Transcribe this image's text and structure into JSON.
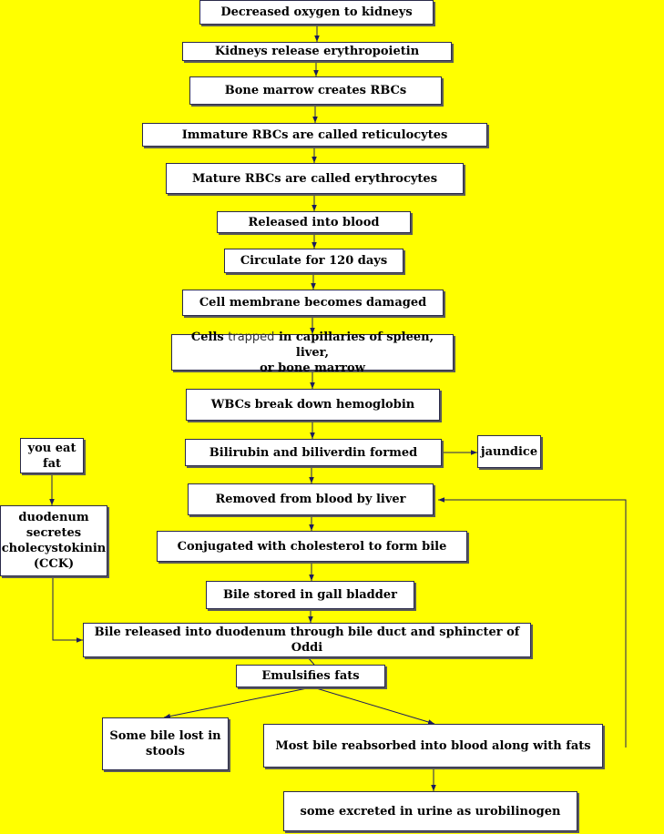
{
  "colors": {
    "background": "#ffff00",
    "box_fill": "#ffffff",
    "box_border": "#2a2a4a",
    "arrow": "#1c1c5c"
  },
  "boxes": {
    "decreased_oxygen": "Decreased oxygen to kidneys",
    "release_epo": "Kidneys release erythropoietin",
    "bone_marrow": "Bone marrow creates RBCs",
    "reticulocytes": "Immature RBCs are called reticulocytes",
    "erythrocytes": "Mature RBCs are called erythrocytes",
    "released_blood": "Released into blood",
    "circulate": "Circulate for 120 days",
    "membrane_damaged": "Cell membrane becomes damaged",
    "trapped_pre": "Cells ",
    "trapped_word": "trapped",
    "trapped_post": " in capillaries of spleen, liver,\nor bone marrow",
    "wbc": "WBCs break down hemoglobin",
    "bilirubin": "Bilirubin and biliverdin formed",
    "jaundice": "jaundice",
    "removed_liver": "Removed from blood by liver",
    "conjugated": "Conjugated with cholesterol to form bile",
    "gall_bladder": "Bile stored in gall bladder",
    "bile_released": "Bile released into duodenum through bile duct and sphincter of Oddi",
    "emulsifies": "Emulsifies fats",
    "lost_stools": "Some bile lost in\nstools",
    "reabsorbed": "Most bile reabsorbed into blood along with fats",
    "urobilinogen": "some excreted in urine as urobilinogen",
    "eat_fat": "you eat\nfat",
    "cck": "duodenum\nsecretes\ncholecystokinin\n(CCK)"
  }
}
